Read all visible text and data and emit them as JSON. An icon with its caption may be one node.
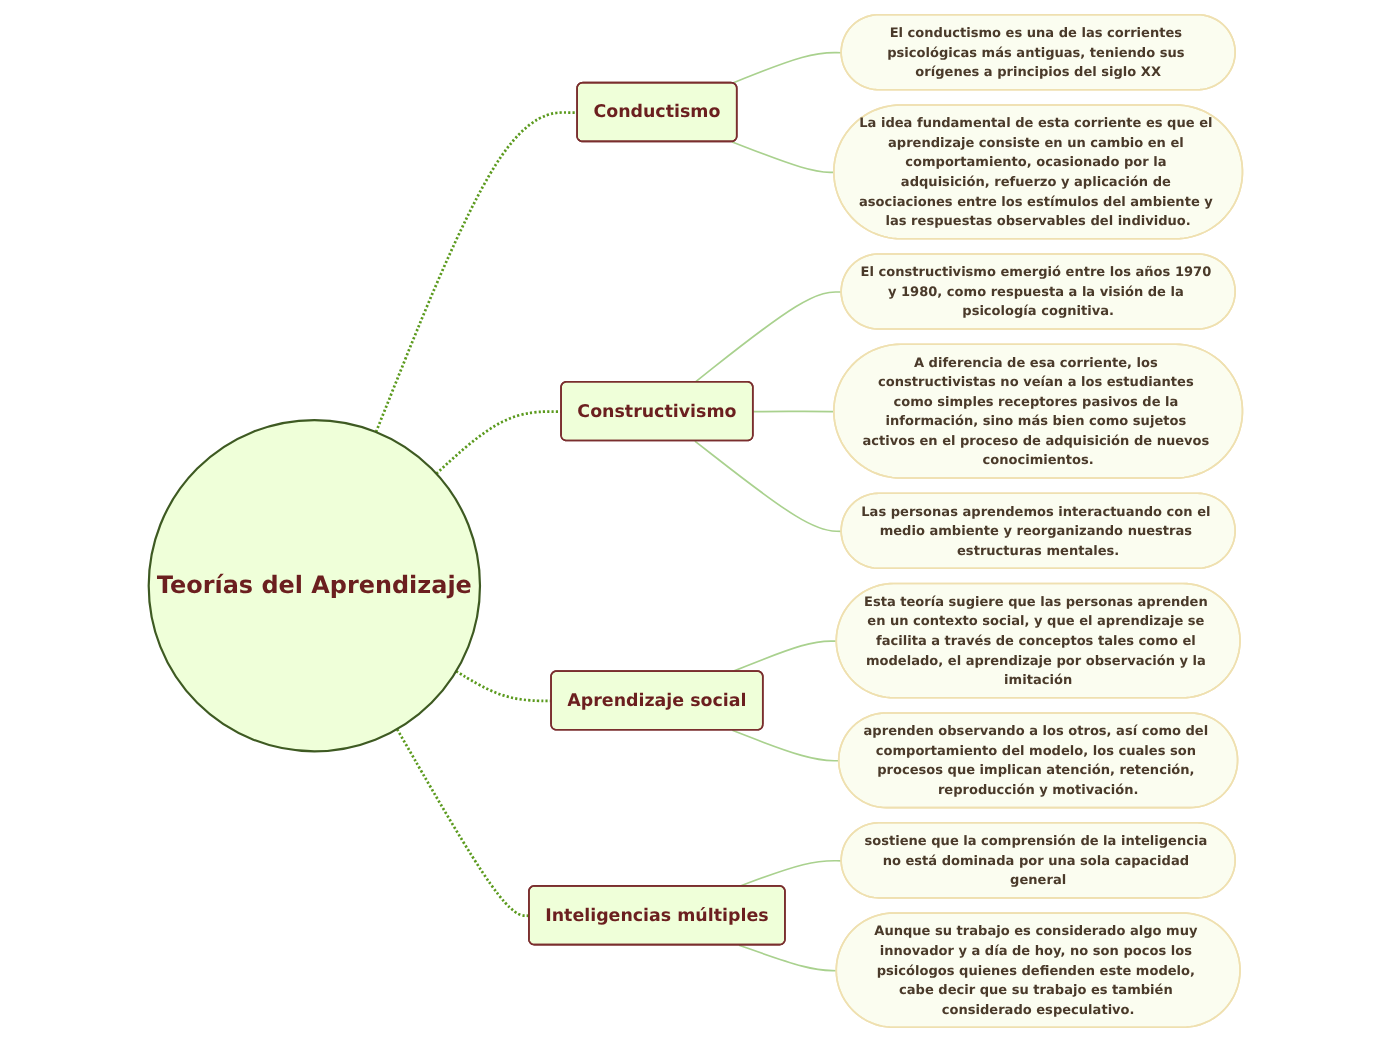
{
  "diagram": {
    "nodes": [
      {
        "text": [
          "Teorías del Aprendizaje"
        ]
      },
      {
        "text": [
          "Conductismo"
        ]
      },
      {
        "text": [
          "El conductismo es una de las corrientes psicológicas más antiguas, teniendo sus orígenes a principios del siglo XX"
        ]
      },
      {
        "text": [
          "La idea fundamental de esta corriente es que el aprendizaje consiste en un cambio en el comportamiento, ocasionado por la adquisición, refuerzo y aplicación de asociaciones entre los estímulos del ambiente y las respuestas observables del individuo."
        ]
      },
      {
        "text": [
          "Constructivismo"
        ]
      },
      {
        "text": [
          "El constructivismo emergió entre los años 1970 y 1980, como respuesta a la visión de la psicología cognitiva."
        ]
      },
      {
        "text": [
          "A diferencia de esa corriente, los constructivistas no veían a los estudiantes como simples receptores pasivos de la información, sino más bien como sujetos activos en el proceso de adquisición de nuevos conocimientos."
        ]
      },
      {
        "text": [
          "Las personas aprendemos interactuando con el medio ambiente y reorganizando nuestras estructuras mentales."
        ]
      },
      {
        "text": [
          "Aprendizaje social"
        ]
      },
      {
        "text": [
          "Esta teoría sugiere que las personas aprenden en un contexto social, y que el aprendizaje se facilita a través de conceptos tales como el modelado, el aprendizaje por observación y la imitación"
        ]
      },
      {
        "text": [
          "aprenden observando a los otros, así como del comportamiento del modelo, los cuales son procesos que implican atención, retención, reproducción y motivación."
        ]
      },
      {
        "text": [
          "Inteligencias múltiples"
        ]
      },
      {
        "text": [
          "sostiene que la comprensión de la inteligencia no está dominada por una sola capacidad general"
        ]
      },
      {
        "text": [
          "Aunque su trabajo es considerado algo muy innovador y a día de hoy, no son pocos los psicólogos quienes defienden este modelo, cabe decir que su trabajo es también considerado especulativo."
        ]
      }
    ],
    "edges": [
      {
        "from": 0,
        "to": 1,
        "arrow": "none",
        "style": "dashed",
        "color": "#5b9a1e"
      },
      {
        "from": 1,
        "to": 2,
        "arrow": "none"
      },
      {
        "from": 1,
        "to": 3,
        "arrow": "none"
      },
      {
        "from": 0,
        "to": 4,
        "arrow": "none",
        "style": "dashed",
        "color": "#5b9a1e"
      },
      {
        "from": 4,
        "to": 5,
        "arrow": "none"
      },
      {
        "from": 4,
        "to": 6,
        "arrow": "none"
      },
      {
        "from": 4,
        "to": 7,
        "arrow": "none"
      },
      {
        "from": 0,
        "to": 8,
        "arrow": "none",
        "style": "dashed",
        "color": "#5b9a1e"
      },
      {
        "from": 8,
        "to": 9,
        "arrow": "none"
      },
      {
        "from": 8,
        "to": 10,
        "arrow": "none"
      },
      {
        "from": 0,
        "to": 11,
        "arrow": "none",
        "style": "dashed",
        "color": "#5b9a1e"
      },
      {
        "from": 11,
        "to": 12,
        "arrow": "none"
      },
      {
        "from": 11,
        "to": 13,
        "arrow": "none"
      }
    ]
  }
}
